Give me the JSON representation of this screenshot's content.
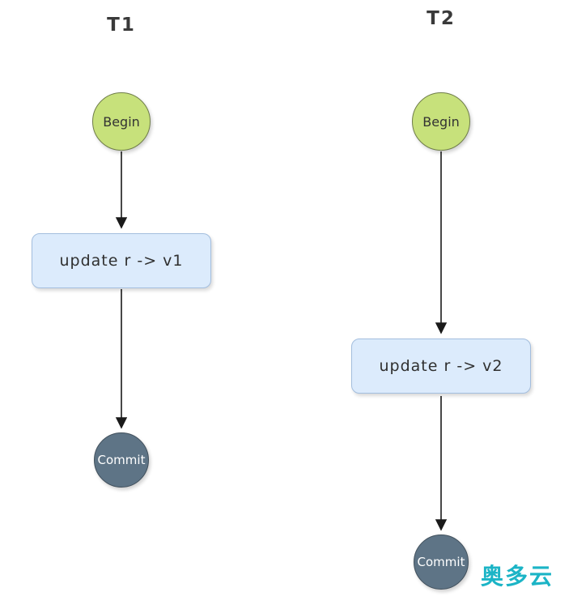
{
  "diagram": {
    "columns": [
      {
        "title": "T1",
        "begin_label": "Begin",
        "update_label": "update r -> v1",
        "commit_label": "Commit"
      },
      {
        "title": "T2",
        "begin_label": "Begin",
        "update_label": "update r -> v2",
        "commit_label": "Commit"
      }
    ],
    "watermark": "奥多云",
    "colors": {
      "begin_fill": "#c7e17b",
      "begin_border": "#6f7d49",
      "update_fill": "#dcebfc",
      "update_border": "#a3bede",
      "commit_fill": "#5e7486",
      "commit_border": "#41505c",
      "arrow": "#1a1a1a",
      "watermark": "#1bb4c6"
    }
  }
}
